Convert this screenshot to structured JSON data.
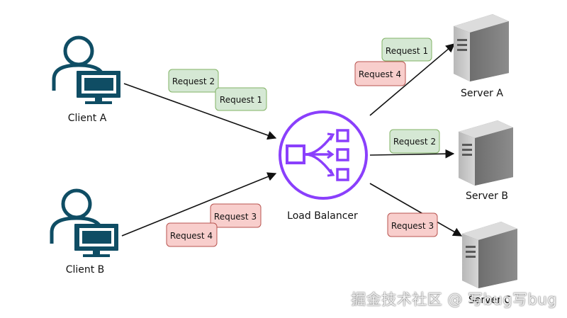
{
  "clients": {
    "a": "Client A",
    "b": "Client B"
  },
  "servers": {
    "a": "Server A",
    "b": "Server B",
    "c": "Server C"
  },
  "load_balancer": {
    "label": "Load Balancer"
  },
  "requests": {
    "client_a_2": "Request 2",
    "client_a_1": "Request 1",
    "client_b_3": "Request 3",
    "client_b_4": "Request 4",
    "server_a_1": "Request 1",
    "server_a_4": "Request 4",
    "server_b_2": "Request 2",
    "server_c_3": "Request 3"
  },
  "watermark": "掘金技术社区 @ 写bug写bug",
  "colors": {
    "client_icon": "#0f4d64",
    "balancer_purple": "#8a3ffc",
    "green_fill": "#d5e8d4",
    "green_stroke": "#82b366",
    "red_fill": "#f8cecc",
    "red_stroke": "#b85450",
    "server_gray": "#9a9a9a",
    "arrow": "#111111"
  }
}
